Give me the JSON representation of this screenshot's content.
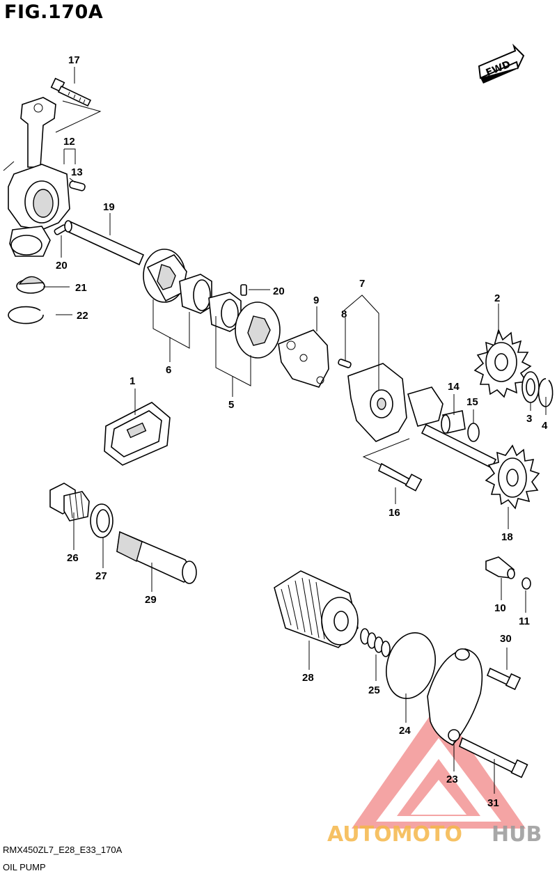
{
  "header": {
    "figure_title": "FIG.170A"
  },
  "footer": {
    "model_code": "RMX450ZL7_E28_E33_170A",
    "caption": "OIL PUMP"
  },
  "direction_badge": {
    "label": "FWD"
  },
  "watermark": {
    "brand_a": "AUTOMOTO",
    "brand_b": "HUB",
    "color_a": "#F5B74A",
    "color_b": "#9A9A9A",
    "triangle_color": "#E53935"
  },
  "callouts": {
    "p1": "1",
    "p2": "2",
    "p3": "3",
    "p4": "4",
    "p5": "5",
    "p6": "6",
    "p7": "7",
    "p8": "8",
    "p9": "9",
    "p10": "10",
    "p11": "11",
    "p12": "12",
    "p13": "13",
    "p14": "14",
    "p15": "15",
    "p16": "16",
    "p17": "17",
    "p18": "18",
    "p19": "19",
    "p20a": "20",
    "p20b": "20",
    "p21": "21",
    "p22": "22",
    "p23": "23",
    "p24": "24",
    "p25": "25",
    "p26": "26",
    "p27": "27",
    "p28": "28",
    "p29": "29",
    "p30": "30",
    "p31": "31"
  }
}
